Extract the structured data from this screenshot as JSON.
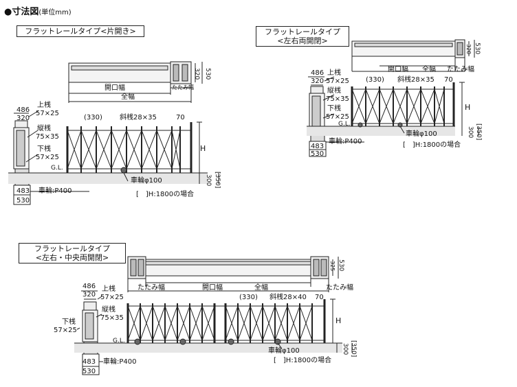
{
  "title": "●寸法図",
  "unit": "(単位mm)",
  "sections": [
    {
      "id": "kata",
      "box_label": "フラットレールタイプ<片開き>",
      "plan": {
        "opening": "開口幅",
        "total": "全幅",
        "fold": "たたみ幅",
        "d1": "320",
        "d2": "530"
      },
      "side": {
        "top_w": "486",
        "top_in": "320",
        "bot_in": "483",
        "bot_w": "530"
      },
      "frame": {
        "upper": "上桟",
        "upper_size": "57×25",
        "vertical": "縦桟",
        "vertical_size": "75×35",
        "lower": "下桟",
        "lower_size": "57×25"
      },
      "elev": {
        "pitch": "(330)",
        "diagonal": "斜桟28×35",
        "post": "70",
        "height": "H",
        "gl": "G.L.",
        "wheel": "車輪φ100",
        "wheel_pitch": "車輪:P400",
        "h300": "300",
        "h350": "[350]",
        "note": "[　]H:1800の場合"
      }
    },
    {
      "id": "ryo",
      "box_label_1": "フラットレールタイプ",
      "box_label_2": "<左右両開閉>",
      "plan": {
        "opening": "開口幅",
        "total": "全幅",
        "fold": "たたみ幅",
        "d1": "320",
        "d2": "530"
      },
      "side": {
        "top_w": "486",
        "top_in": "320",
        "bot_in": "483",
        "bot_w": "530"
      },
      "frame": {
        "upper": "上桟",
        "upper_size": "57×25",
        "vertical": "縦桟",
        "vertical_size": "75×35",
        "lower": "下桟",
        "lower_size": "57×25"
      },
      "elev": {
        "pitch": "(330)",
        "diagonal": "斜桟28×35",
        "post": "70",
        "height": "H",
        "gl": "G.L.",
        "wheel": "車輪φ100",
        "wheel_pitch": "車輪:P400",
        "h300": "300",
        "h350": "[350]",
        "note": "[　]H:1800の場合"
      }
    },
    {
      "id": "chuo",
      "box_label_1": "フラットレールタイプ",
      "box_label_2": "<左右・中央両開閉>",
      "plan": {
        "opening": "開口幅",
        "total": "全幅",
        "fold_l": "たたみ幅",
        "fold_r": "たたみ幅",
        "d1": "325",
        "d2": "530"
      },
      "side": {
        "top_w": "486",
        "top_in": "320",
        "bot_in": "483",
        "bot_w": "530"
      },
      "frame": {
        "upper": "上桟",
        "upper_size": "57×25",
        "vertical": "縦桟",
        "vertical_size": "75×35",
        "lower": "下桟",
        "lower_size": "57×25"
      },
      "elev": {
        "pitch": "(330)",
        "diagonal": "斜桟28×40",
        "post": "70",
        "height": "H",
        "gl": "G.L.",
        "wheel": "車輪φ100",
        "wheel_pitch": "車輪:P400",
        "h300": "300",
        "h350": "[350]",
        "note": "[　]H:1800の場合"
      }
    }
  ]
}
